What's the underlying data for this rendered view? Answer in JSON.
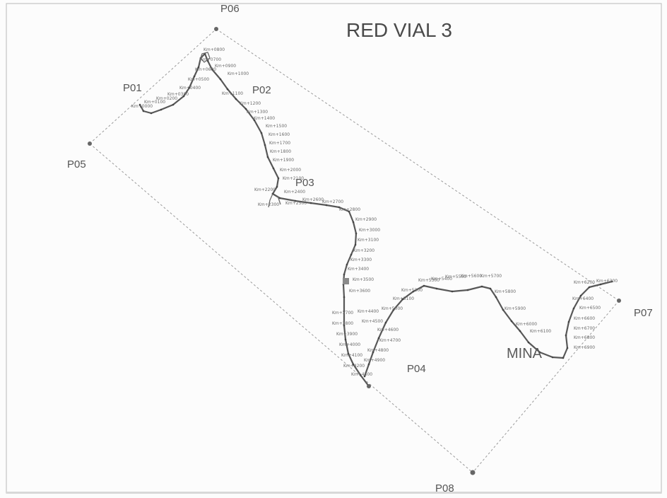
{
  "title": "RED VIAL 3",
  "points": {
    "p01": "P01",
    "p02": "P02",
    "p03": "P03",
    "p04": "P04",
    "p05": "P05",
    "p06": "P06",
    "p07": "P07",
    "p08": "P08"
  },
  "mine_label": "MINA",
  "route": {
    "km_labels": [
      "Km+0000",
      "Km+0100",
      "Km+0200",
      "Km+0300",
      "Km+0400",
      "Km+0500",
      "Km+0600",
      "Km+0700",
      "Km+0800",
      "Km+0900",
      "Km+1000",
      "Km+1100",
      "Km+1200",
      "Km+1300",
      "Km+1400",
      "Km+1500",
      "Km+1600",
      "Km+1700",
      "Km+1800",
      "Km+1900",
      "Km+2000",
      "Km+2100",
      "Km+2200",
      "Km+2300",
      "Km+2400",
      "Km+2500",
      "Km+2600",
      "Km+2700",
      "Km+2800",
      "Km+2900",
      "Km+3000",
      "Km+3100",
      "Km+3200",
      "Km+3300",
      "Km+3400",
      "Km+3500",
      "Km+3600",
      "Km+3700",
      "Km+3800",
      "Km+3900",
      "Km+4000",
      "Km+4100",
      "Km+4200",
      "Km+4300",
      "Km+4400",
      "Km+4500",
      "Km+4600",
      "Km+4700",
      "Km+4800",
      "Km+4900",
      "Km+5000",
      "Km+5100",
      "Km+5200",
      "Km+5300",
      "Km+5400",
      "Km+5500",
      "Km+5600",
      "Km+5700",
      "Km+5800",
      "Km+5900",
      "Km+6000",
      "Km+6100",
      "Km+6200",
      "Km+6300",
      "Km+6400",
      "Km+6500",
      "Km+6600",
      "Km+6700",
      "Km+6800",
      "Km+6900"
    ]
  },
  "colors": {
    "road": "#585858",
    "frame_line": "#9a9a9a",
    "background": "#fcfcfc",
    "text": "#4a4a4a"
  }
}
